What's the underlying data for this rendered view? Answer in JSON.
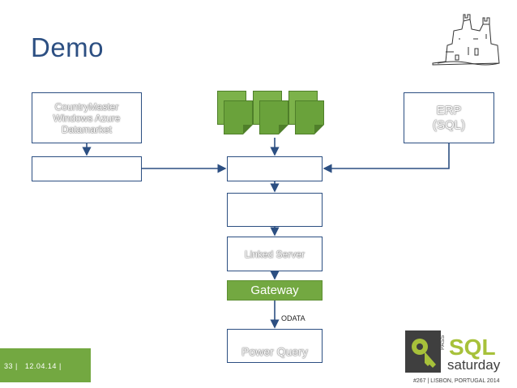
{
  "slide": {
    "title": "Demo",
    "footer": {
      "page": "33",
      "sep1": "|",
      "date": "12.04.14",
      "sep2": "|"
    }
  },
  "diagram": {
    "boxes": {
      "countrymaster": "CountryMaster\nWindows Azure\nDatamarket",
      "erp": "ERP\n(SQL)",
      "linked_server": "Linked Server",
      "gateway": "Gateway",
      "power_query": "Power Query"
    },
    "edge_label": "ODATA",
    "colors": {
      "box_border": "#2c4f82",
      "green": "#73a841",
      "arrow": "#2c4f82"
    }
  },
  "branding": {
    "logo_text": "SQL saturday",
    "logo_sub": "#267 | LISBON, PORTUGAL 2014",
    "pass": "PASS"
  }
}
